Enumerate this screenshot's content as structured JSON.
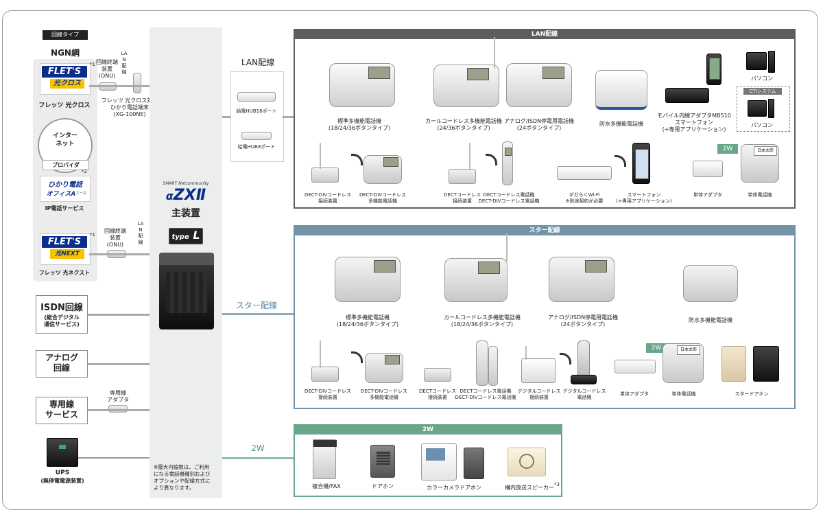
{
  "line_type": {
    "header": "回線タイプ",
    "ngn": "NGN網"
  },
  "flets_cross": {
    "logo_top": "FLET'S",
    "logo_bottom": "光クロス",
    "mark": "*1",
    "name": "フレッツ 光クロス"
  },
  "onu1": {
    "label": "回線終端\n装置\n(ONU)"
  },
  "lan_vertical_1": "LAN配線",
  "xg_terminal": {
    "label": "フレッツ 光クロス対応\nひかり電話端末\n(XG-100NE)"
  },
  "internet": "インター\nネット",
  "provider": "プロバイダ",
  "hikari_denwa": {
    "mark": "*2",
    "logo_top": "ひかり電話",
    "logo_bottom": "オフィスA",
    "logo_small": "エース",
    "caption": "IP電話サービス"
  },
  "flets_next": {
    "logo_top": "FLET'S",
    "logo_bottom": "光NEXT",
    "mark": "*1",
    "name": "フレッツ 光ネクスト"
  },
  "onu2": {
    "label": "回線終端\n装置\n(ONU)"
  },
  "lan_vertical_2": "LAN配線",
  "isdn": {
    "title": "ISDN回線",
    "sub": "(総合デジタル\n通信サービス)"
  },
  "analog": {
    "title": "アナログ\n回線"
  },
  "leased": {
    "title": "専用線\nサービス",
    "adapter": "専用線\nアダプタ"
  },
  "ups": {
    "title": "UPS",
    "sub": "(無停電電源装置)"
  },
  "main_unit": {
    "brand_small": "SMART Netcommunity",
    "brand_alpha": "α",
    "brand_zx": "ZXⅡ",
    "title": "主装置",
    "type_word": "type",
    "type_letter": "L"
  },
  "note": "※最大内線数は、ご利用\nになる電話機種別および\nオプションや配線方式に\nより異なります。",
  "lan_wiring_label": "LAN配線",
  "hub16": "給電HUB16ポート",
  "hub8": "給電HUB8ポート",
  "star_wiring_label": "スター配線",
  "two_w_label": "2W",
  "lan_panel": {
    "title": "LAN配線",
    "row1": [
      "標準多機能電話機\n(18/24/36ボタンタイプ)",
      "カールコードレス多機能電話機\n(24/36ボタンタイプ)",
      "アナログ/ISDN停電用電話機\n(24ボタンタイプ)",
      "防水多機能電話機",
      "モバイル内線アダプタMB510\nスマートフォン\n(+専用アプリケーション)",
      "パソコン"
    ],
    "cti": {
      "title": "CTIシステム",
      "pc": "パソコン"
    },
    "row2": [
      "DECT-DIVコードレス\n接続装置",
      "DECT-DIVコードレス\n多機能電話機",
      "DECTコードレス\n接続装置",
      "DECTコードレス電話機\nDECT-DIVコードレス電話機",
      "ギガらくWi-Fi\n※別途契約が必要",
      "スマートフォン\n(+専用アプリケーション)",
      "単体アダプタ",
      "単体電話機"
    ],
    "two_w_badge": "2W"
  },
  "star_panel": {
    "title": "スター配線",
    "row1": [
      "標準多機能電話機\n(18/24/36ボタンタイプ)",
      "カールコードレス多機能電話機\n(18/24/36ボタンタイプ)",
      "アナログ/ISDN停電用電話機\n(24ボタンタイプ)",
      "防水多機能電話機"
    ],
    "row2": [
      "DECT-DIVコードレス\n接続装置",
      "DECT-DIVコードレス\n多機能電話機",
      "DECTコードレス\n接続装置",
      "DECTコードレス電話機\nDECT-DIVコードレス電話機",
      "デジタルコードレス\n接続装置",
      "デジタルコードレス\n電話機",
      "単体アダプタ",
      "単体電話機",
      "スタードアホン"
    ],
    "two_w_badge": "2W"
  },
  "two_w_panel": {
    "title": "2W",
    "items": [
      "複合機/FAX",
      "ドアホン",
      "カラーカメラドアホン",
      "構内放送スピーカー"
    ],
    "speaker_mark": "*3"
  },
  "phone_display_text": "日本太郎",
  "colors": {
    "bar_gray": "#5d5d5d",
    "bar_blue": "#7393a7",
    "bar_green": "#6aa68a",
    "star_text": "#4f86a9",
    "two_w_text": "#4f9a7c",
    "ntt_blue": "#0a2d8c"
  }
}
